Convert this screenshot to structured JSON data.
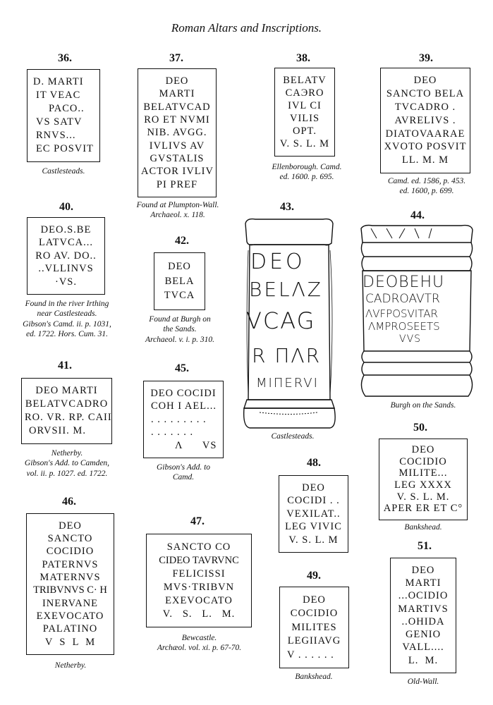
{
  "title": "Roman Altars and Inscriptions.",
  "items": [
    {
      "num": "36.",
      "lines": [
        "D. MARTI",
        "IT VEAC",
        "PACO..",
        "VS SATV",
        "RNVS...",
        "EC POSVIT"
      ],
      "caption": [
        "Castlesteads."
      ]
    },
    {
      "num": "37.",
      "lines": [
        "DEO",
        "MARTI",
        "BELATVCAD",
        "RO ET NVMI",
        "NIB. AVGG.",
        "IVLIVS AV",
        "GVSTALIS",
        "ACTOR IVLIV",
        "PI PREF"
      ],
      "caption": [
        "Found at Plumpton-Wall.",
        "Archaeol. x. 118."
      ]
    },
    {
      "num": "38.",
      "lines": [
        "BELATV",
        "CAЭRO",
        "IVL CI",
        "VILIS",
        "OPT.",
        "V. S. L. M"
      ],
      "caption": [
        "Ellenborough. Camd.",
        "ed. 1600. p. 695."
      ]
    },
    {
      "num": "39.",
      "lines": [
        "DEO",
        "SANCTO BELA",
        "TVCADRO .",
        "AVRELIVS .",
        "DIATOVAARAE",
        "XVOTO POSVIT",
        "LL. M. M"
      ],
      "caption": [
        "Camd. ed. 1586, p. 453.",
        "ed. 1600, p. 699."
      ]
    },
    {
      "num": "40.",
      "lines": [
        "DEO.S.BE",
        "LATVCA...",
        "RO AV. DO..",
        "..VLLINVS",
        "·VS."
      ],
      "caption": [
        "Found in the river Irthing",
        "near Castlesteads.",
        "Gibson's Camd. ii. p. 1031,",
        "ed. 1722. Hors. Cum. 31."
      ]
    },
    {
      "num": "42.",
      "lines": [
        "DEO",
        "BELA",
        "TVCA"
      ],
      "caption": [
        "Found at Burgh on",
        "the Sands.",
        "Archaeol. v. i. p. 310."
      ]
    },
    {
      "num": "43.",
      "lines": [
        "DEO",
        "BELΛZ",
        "VCAG",
        "R ΠΛR",
        "MIΠERVI"
      ],
      "caption": [
        "Castlesteads."
      ]
    },
    {
      "num": "44.",
      "lines": [
        "DEOBEHU",
        "CADROAVTR",
        "ΛVFPOSVITAR",
        "ΛMPROSEETS",
        "VVS"
      ],
      "caption": [
        "Burgh on the Sands."
      ]
    },
    {
      "num": "41.",
      "lines": [
        "DEO MARTI",
        "BELATVCADRO",
        "RO. VR. RP. CAII",
        "ORVSII. M."
      ],
      "caption": [
        "Netherby.",
        "Gibson's Add. to Camden,",
        "vol. ii. p. 1027. ed. 1722."
      ]
    },
    {
      "num": "45.",
      "lines": [
        "DEO COCIDI",
        "COH I AEL...",
        ". . . . . . . . .",
        ". . . . . . .",
        "Λ      VS"
      ],
      "caption": [
        "Gibson's Add. to",
        "Camd."
      ]
    },
    {
      "num": "50.",
      "lines": [
        "DEO",
        "COCIDIO",
        "MILITE...",
        "LEG XXXX",
        "V. S. L. M.",
        "APER ER ET C°"
      ],
      "caption": [
        "Bankshead."
      ]
    },
    {
      "num": "48.",
      "lines": [
        "DEO",
        "COCIDI . .",
        "VEXILAT..",
        "LEG VIVIC",
        "V. S. L. M"
      ],
      "caption": []
    },
    {
      "num": "46.",
      "lines": [
        "DEO",
        "SANCTO",
        "COCIDIO",
        "PATERNVS",
        "MATERNVS",
        "TRIBVNVS C· H",
        "INERVANE",
        "EXEVOCATO",
        "PALATINO",
        "V  S  L  M"
      ],
      "caption": [
        "Netherby."
      ]
    },
    {
      "num": "47.",
      "lines": [
        "SANCTO CO",
        "CIDEO TAVRVNC",
        "FELICISSI",
        "MVS·TRIBVN",
        "EXEVOCATO",
        "V.   S.   L.   M."
      ],
      "caption": [
        "Bewcastle.",
        "Archæol. vol. xi. p. 67-70."
      ]
    },
    {
      "num": "49.",
      "lines": [
        "DEO",
        "COCIDIO",
        "MILITES",
        "LEGIIAVG",
        "V . . . . . ."
      ],
      "caption": [
        "Bankshead."
      ]
    },
    {
      "num": "51.",
      "lines": [
        "DEO",
        "MARTI",
        "...OCIDIO",
        "MARTIVS",
        "..OHIDA",
        "GENIO",
        "VALL....",
        "L.  M."
      ],
      "caption": [
        "Old-Wall."
      ]
    }
  ]
}
